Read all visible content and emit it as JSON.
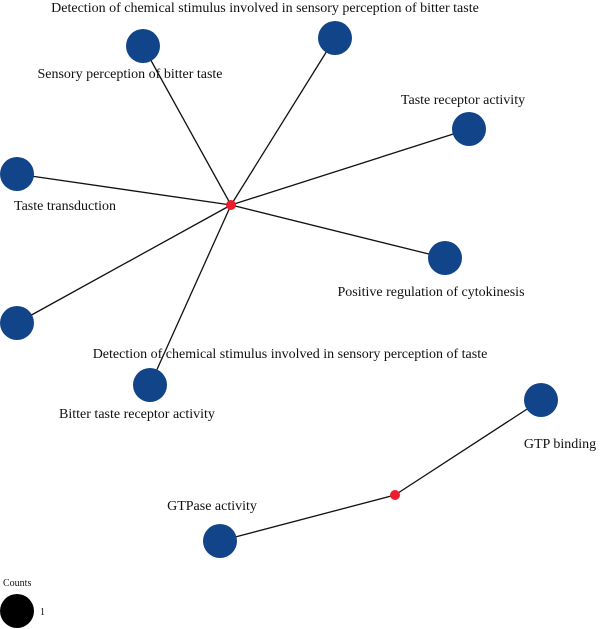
{
  "colors": {
    "term_node": "#12448a",
    "hub_node": "#ee1c2c",
    "edge": "#111111",
    "legend_node": "#000000"
  },
  "network": {
    "hubs": [
      {
        "id": "hub1"
      },
      {
        "id": "hub2"
      }
    ],
    "terms": [
      {
        "id": "t1",
        "label": "Detection of chemical stimulus involved in sensory perception of bitter taste",
        "hub": "hub1"
      },
      {
        "id": "t2",
        "label": "Sensory perception of bitter taste",
        "hub": "hub1"
      },
      {
        "id": "t3",
        "label": "Taste receptor activity",
        "hub": "hub1"
      },
      {
        "id": "t4",
        "label": "Taste transduction",
        "hub": "hub1"
      },
      {
        "id": "t5",
        "label": "Positive regulation of cytokinesis",
        "hub": "hub1"
      },
      {
        "id": "t6",
        "label": "Detection of chemical stimulus involved in sensory perception of taste",
        "hub": "hub1"
      },
      {
        "id": "t7",
        "label": "Bitter taste receptor activity",
        "hub": "hub1"
      },
      {
        "id": "t8",
        "label": "GTP binding",
        "hub": "hub2"
      },
      {
        "id": "t9",
        "label": "GTPase activity",
        "hub": "hub2"
      }
    ]
  },
  "legend": {
    "title": "Counts",
    "value": "1"
  }
}
